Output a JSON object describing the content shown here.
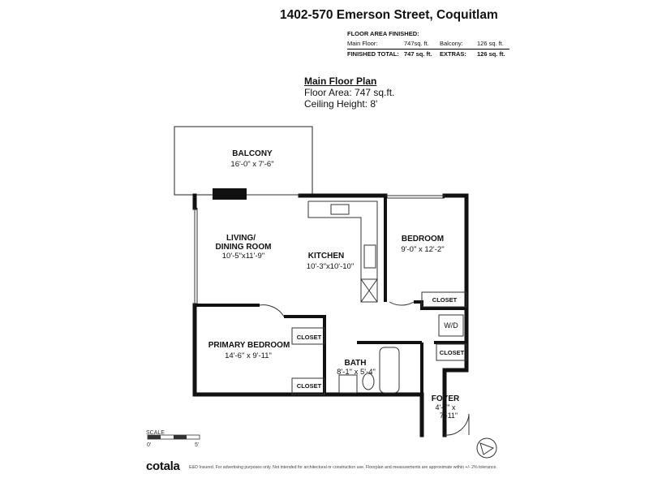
{
  "header": {
    "title": "1402-570 Emerson Street, Coquitlam"
  },
  "area_summary": {
    "heading": "FLOOR AREA FINISHED:",
    "main_label": "Main Floor:",
    "main_value": "747sq. ft.",
    "balcony_label": "Balcony:",
    "balcony_value": "126 sq. ft.",
    "total_label": "FINISHED TOTAL:",
    "total_value": "747 sq. ft.",
    "extras_label": "EXTRAS:",
    "extras_value": "126 sq. ft."
  },
  "plan_info": {
    "title": "Main Floor Plan",
    "floor_area": "Floor Area: 747 sq.ft.",
    "ceiling": "Ceiling Height: 8'"
  },
  "rooms": {
    "balcony": {
      "name": "BALCONY",
      "dims": "16'-0\" x 7'-6\""
    },
    "living": {
      "name1": "LIVING/",
      "name2": "DINING ROOM",
      "dims": "10'-5\"x11'-9\""
    },
    "kitchen": {
      "name": "KITCHEN",
      "dims": "10'-3\"x10'-10\""
    },
    "bedroom": {
      "name": "BEDROOM",
      "dims": "9'-0\" x 12'-2\""
    },
    "primary": {
      "name": "PRIMARY BEDROOM",
      "dims": "14'-6\" x 9'-11\""
    },
    "bath": {
      "name": "BATH",
      "dims": "8'-1\" x 5'-4\""
    },
    "foyer": {
      "name": "FOYER",
      "dims1": "4'-7\" x",
      "dims2": "7'-11\""
    },
    "closet1": "CLOSET",
    "closet2": "CLOSET",
    "closet3": "CLOSET",
    "closet4": "CLOSET",
    "wd": "W/D"
  },
  "scale": {
    "label": "SCALE",
    "start": "0'",
    "end": "5'"
  },
  "footer": {
    "brand": "cotala",
    "disclaimer": "E&O Insured. For advertising purposes only. Not intended for architectural or construction use. Floorplan and measurements are approximate within +/- 2% tolerance."
  }
}
